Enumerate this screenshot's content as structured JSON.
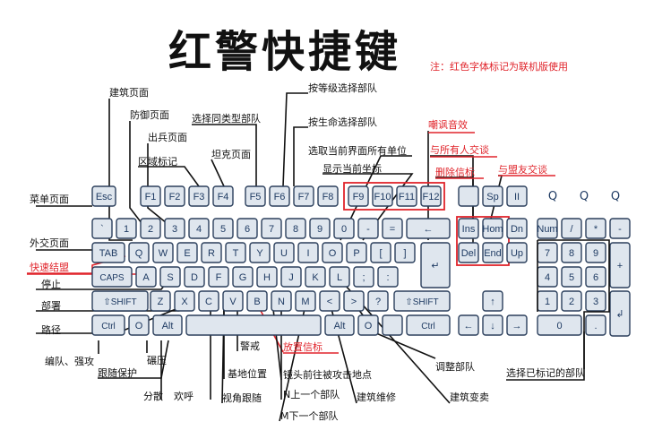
{
  "title": "红警快捷键",
  "note": "注：红色字体标记为联机版使用",
  "colors": {
    "key_fill": "#dfe6ee",
    "key_stroke": "#2b3f5c",
    "key_text": "#1f3b63",
    "accent_red": "#e0242b",
    "line": "#111111"
  },
  "keys": {
    "esc": "Esc",
    "f1": "F1",
    "f2": "F2",
    "f3": "F3",
    "f4": "F4",
    "f5": "F5",
    "f6": "F6",
    "f7": "F7",
    "f8": "F8",
    "f9": "F9",
    "f10": "F10",
    "f11": "F11",
    "f12": "F12",
    "prt": "",
    "scr": "Sp",
    "pau": "II",
    "q1": "Q",
    "q2": "Q",
    "q3": "Q",
    "tilde": "`",
    "n1": "1",
    "n2": "2",
    "n3": "3",
    "n4": "4",
    "n5": "5",
    "n6": "6",
    "n7": "7",
    "n8": "8",
    "n9": "9",
    "n0": "0",
    "minus": "-",
    "equal": "=",
    "bksp": "←",
    "ins": "Ins",
    "home": "Hom",
    "pgup": "Dn",
    "num": "Num",
    "slash": "/",
    "star": "*",
    "nminus": "-",
    "tab": "TAB",
    "q": "Q",
    "w": "W",
    "e": "E",
    "r": "R",
    "t": "T",
    "y": "Y",
    "u": "U",
    "i": "I",
    "o": "O",
    "p": "P",
    "lbr": "[",
    "rbr": "]",
    "enter": "↵",
    "del": "Del",
    "end": "End",
    "pgdn": "Up",
    "k7": "7",
    "k8": "8",
    "k9": "9",
    "kplus": "+",
    "caps": "CAPS",
    "a": "A",
    "s": "S",
    "d": "D",
    "f": "F",
    "g": "G",
    "h": "H",
    "j": "J",
    "k": "K",
    "l": "L",
    "semi": ";",
    "quote": ":",
    "k4": "4",
    "k5": "5",
    "k6": "6",
    "lshift": "⇧SHIFT",
    "z": "Z",
    "x": "X",
    "c": "C",
    "v": "V",
    "b": "B",
    "n": "N",
    "m": "M",
    "comma": "<",
    "period": ">",
    "qmark": "?",
    "rshift": "⇧SHIFT",
    "up": "↑",
    "k1": "1",
    "k2": "2",
    "k3": "3",
    "kenter": "↲",
    "lctrl": "Ctrl",
    "lwin": "O",
    "lalt": "Alt",
    "space": "",
    "ralt": "Alt",
    "rwin": "O",
    "menu": "",
    "rctrl": "Ctrl",
    "left": "←",
    "down": "↓",
    "right": "→",
    "k0": "0",
    "kdot": "."
  },
  "labels": {
    "l1": "建筑页面",
    "l2": "防御页面",
    "l3": "出兵页面",
    "l4": "区域标记",
    "l5": "坦克页面",
    "l6": "选择同类型部队",
    "l7": "按等级选择部队",
    "l8": "按生命选择部队",
    "l9": "选取当前界面所有单位",
    "l10": "显示当前坐标",
    "l11": "嘲讽音效",
    "l12": "与所有人交谈",
    "l13": "删除信标",
    "l14": "与盟友交谈",
    "l15": "菜单页面",
    "l16": "外交页面",
    "l17": "快速结盟",
    "l18": "停止",
    "l19": "部署",
    "l20": "路径",
    "l21": "编队、强攻",
    "l22": "碾压",
    "l23": "跟随保护",
    "l24": "分散",
    "l25": "欢呼",
    "l26": "警戒",
    "l27": "基地位置",
    "l28": "视角跟随",
    "l29": "放置信标",
    "l30": "镜头前往被攻击地点",
    "l31": "N上一个部队",
    "l32": "M下一个部队",
    "l33": "建筑维修",
    "l34": "建筑变卖",
    "l35": "调整部队",
    "l36": "选择已标记的部队"
  }
}
